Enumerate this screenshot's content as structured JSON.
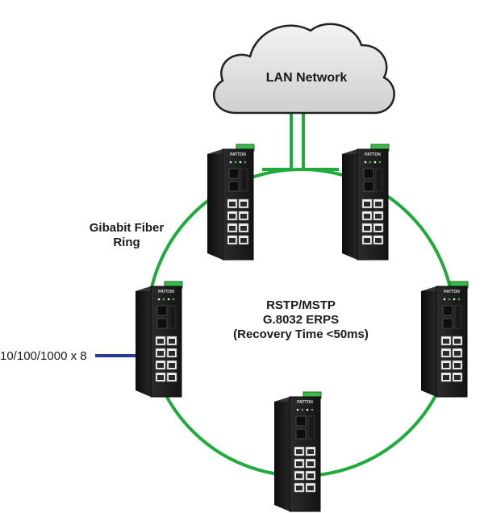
{
  "cloud": {
    "label": "LAN Network"
  },
  "ring": {
    "label_line1": "Gibabit Fiber",
    "label_line2": "Ring"
  },
  "protocols": {
    "line1": "RSTP/MSTP",
    "line2": "G.8032 ERPS",
    "line3": "(Recovery Time <50ms)"
  },
  "access_link": {
    "label": "10/100/1000 x 8"
  },
  "switches": [
    {
      "id": "top-left",
      "brand": "PATTON"
    },
    {
      "id": "top-right",
      "brand": "PATTON"
    },
    {
      "id": "left",
      "brand": "PATTON"
    },
    {
      "id": "right",
      "brand": "PATTON"
    },
    {
      "id": "bottom",
      "brand": "PATTON"
    }
  ],
  "colors": {
    "ring": "#1faa3c",
    "access_link": "#2a3b8f",
    "cloud_fill": "#e9e9e9",
    "cloud_stroke": "#222222",
    "switch_body": "#1c1c1c",
    "terminal_block": "#3bb84a"
  }
}
